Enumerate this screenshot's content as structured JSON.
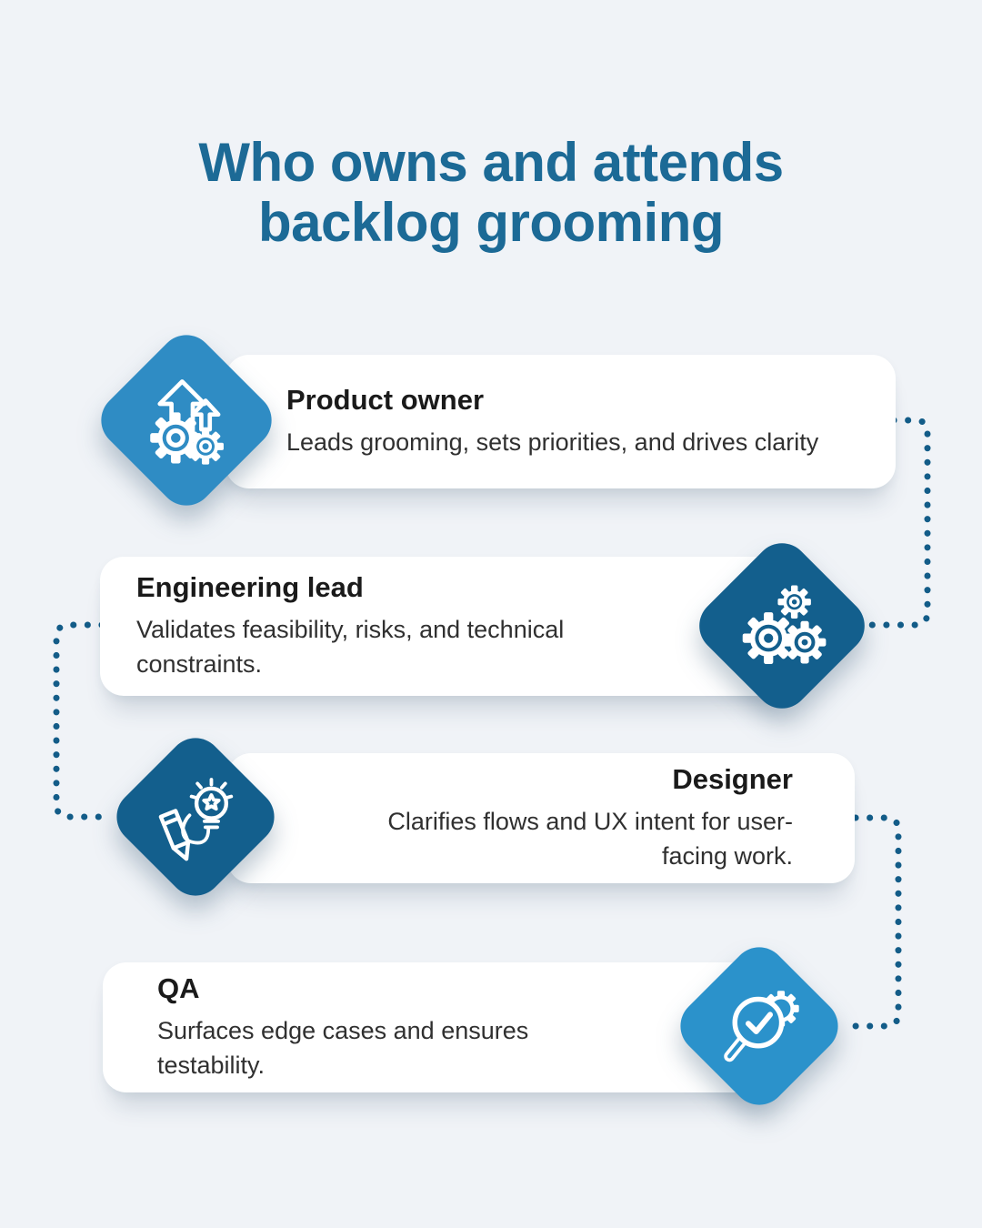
{
  "title": {
    "line1": "Who owns and attends",
    "line2": "backlog grooming"
  },
  "cards": [
    {
      "title": "Product owner",
      "description": "Leads grooming, sets priorities, and drives clarity",
      "icon": "growth-arrows-gears-icon",
      "diamond_color": "#2F8CC4",
      "diamond_side": "left"
    },
    {
      "title": "Engineering lead",
      "description": "Validates feasibility, risks, and technical constraints.",
      "icon": "three-gears-icon",
      "diamond_color": "#135F8D",
      "diamond_side": "right"
    },
    {
      "title": "Designer",
      "description": "Clarifies flows and UX intent for user-facing work.",
      "icon": "pencil-lightbulb-icon",
      "diamond_color": "#135F8D",
      "diamond_side": "left"
    },
    {
      "title": "QA",
      "description": "Surfaces edge cases and ensures testability.",
      "icon": "magnifier-check-icon",
      "diamond_color": "#2B92CB",
      "diamond_side": "right"
    }
  ],
  "colors": {
    "background": "#F0F3F7",
    "title_text": "#1C6A96",
    "card_background": "#FFFFFF",
    "card_title_text": "#1A1A1A",
    "card_body_text": "#303030",
    "connector_dots": "#135C88",
    "icon_stroke": "#FFFFFF"
  }
}
